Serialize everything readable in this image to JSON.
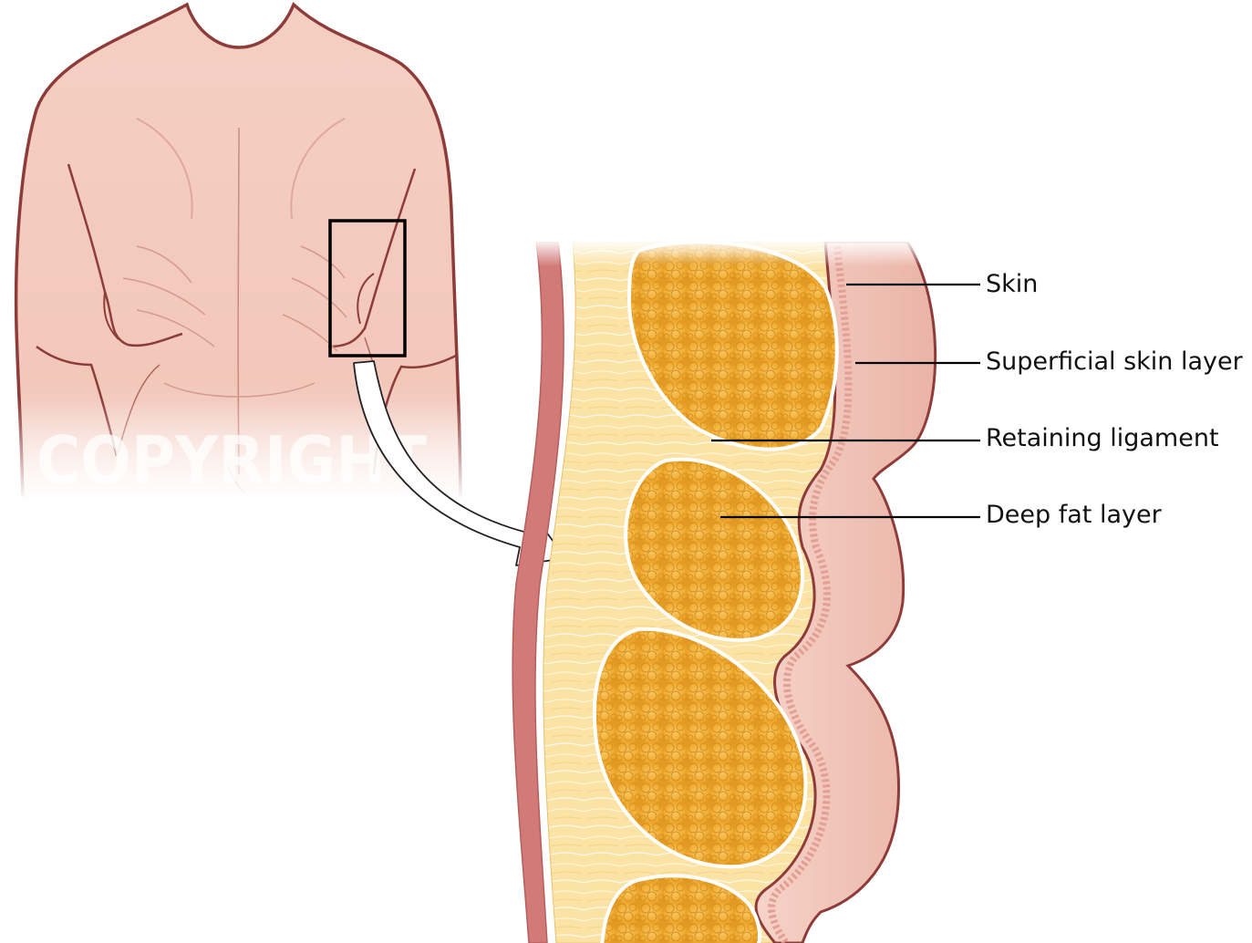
{
  "labels": {
    "skin": "Skin",
    "superficial": "Superficial skin layer",
    "retaining": "Retaining ligament",
    "deep_fat": "Deep fat layer"
  },
  "watermark": "COPYRIGHT",
  "colors": {
    "skin_fill": "#f3cbbf",
    "skin_outline": "#8e3c3a",
    "dermis": "#e8a9a0",
    "fat_lobule": "#f2b53a",
    "fascia": "#fbe3a5",
    "muscle_band": "#d27a78",
    "label_line": "#000000"
  },
  "icons": {
    "arrow": "curved-arrow-icon",
    "zoom_box": "zoom-box"
  }
}
